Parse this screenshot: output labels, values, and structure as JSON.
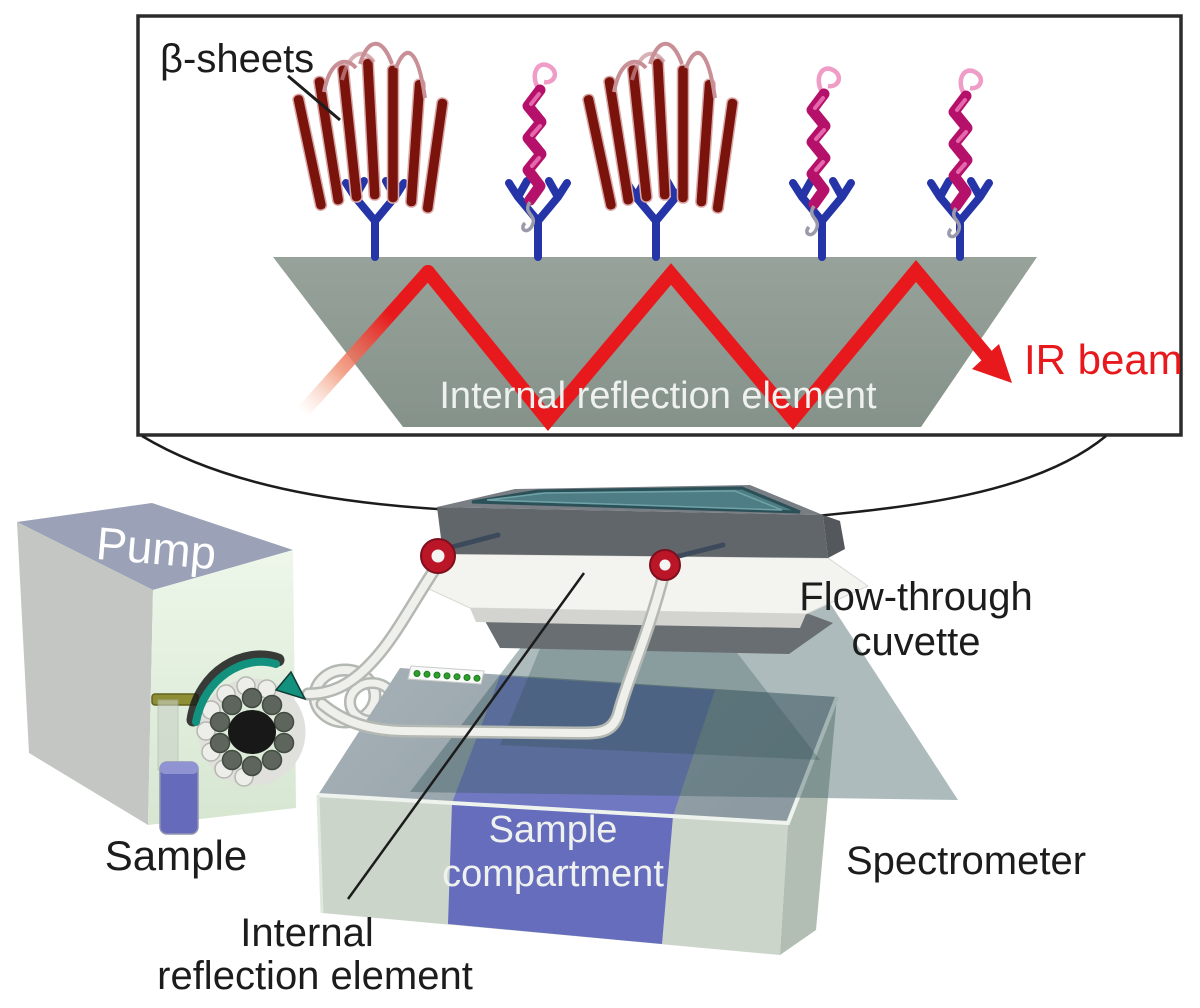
{
  "inset": {
    "beta_sheets_label": "β-sheets",
    "ire_label": "Internal reflection element",
    "ir_beam_label": "IR beam"
  },
  "scene": {
    "pump_label": "Pump",
    "sample_label": "Sample",
    "flow_through_line1": "Flow-through",
    "flow_through_line2": "cuvette",
    "spectrometer_label": "Spectrometer",
    "compartment_line1": "Sample",
    "compartment_line2": "compartment",
    "ire_line1": "Internal",
    "ire_line2": "reflection element"
  },
  "counts": {
    "antibodies": 5,
    "beta_sheet_proteins": 2,
    "alpha_helix_proteins": 3,
    "led_indicators": 7,
    "ir_beam_reflections": 3
  },
  "colors": {
    "ir_beam_red": "#e8191c",
    "antibody_blue": "#2535a8",
    "ire_trapezoid_gray": "#8c998f",
    "beta_sheet_dark_red": "#7a130c",
    "alpha_helix_magenta": "#b5106a",
    "sample_band_blue": "#666dbd",
    "pump_top_gray": "#9ba1b7",
    "pump_front_green": "#e9f4e5",
    "teal_arrow": "#12917e",
    "led_green": "#2f9e2f",
    "fitting_red": "#bb1628",
    "cuvette_dark_gray": "#61666b",
    "spectrometer_front": "#ccd5ca"
  },
  "icons": {
    "antibody": "antibody-icon",
    "beta_sheet": "beta-sheet-icon",
    "alpha_helix": "alpha-helix-icon",
    "rotation_arrow": "rotation-arrow-icon",
    "ir_beam_arrow": "ir-beam-arrow-icon",
    "led": "led-indicator-icon"
  }
}
